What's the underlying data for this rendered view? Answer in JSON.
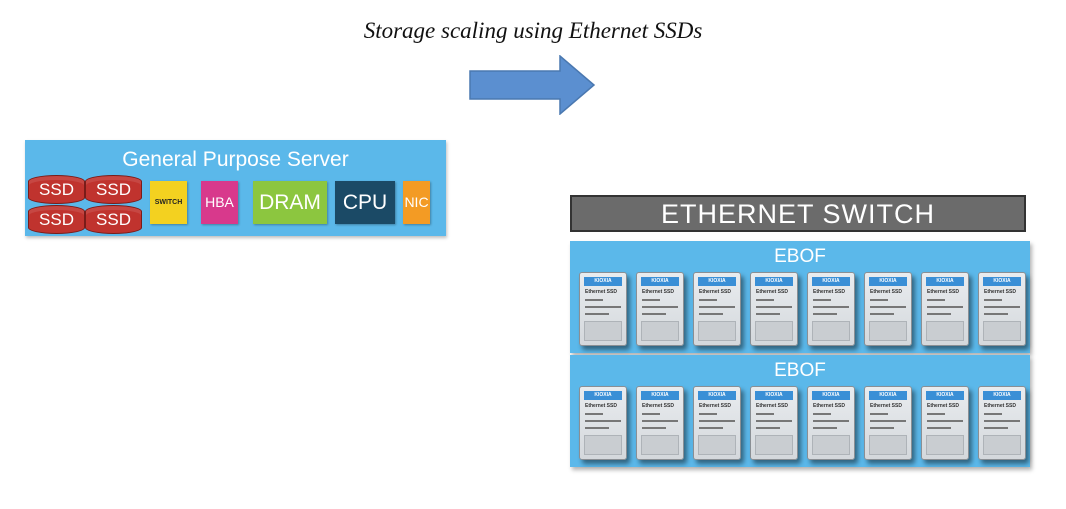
{
  "title": "Storage scaling using Ethernet SSDs",
  "server": {
    "title": "General Purpose Server",
    "ssd_label": "SSD",
    "ssd_count": 4,
    "switch_label": "SWITCH",
    "hba_label": "HBA",
    "dram_label": "DRAM",
    "cpu_label": "CPU",
    "nic_label": "NIC"
  },
  "ethernet_switch": {
    "label": "ETHERNET SWITCH"
  },
  "enclosures": [
    {
      "label": "EBOF",
      "drive_count": 8
    },
    {
      "label": "EBOF",
      "drive_count": 8
    }
  ],
  "drive": {
    "brand": "KIOXIA",
    "model": "Ethernet SSD"
  },
  "colors": {
    "arrow": "#5b8fd0",
    "server_bg": "#5bb8ea",
    "ssd": "#c0332e",
    "switch_chip": "#f3d120",
    "hba_chip": "#d8398c",
    "dram_chip": "#8cc63f",
    "cpu_chip": "#1b4a66",
    "nic_chip": "#f39b24",
    "ethernet_switch": "#6b6b6b"
  }
}
